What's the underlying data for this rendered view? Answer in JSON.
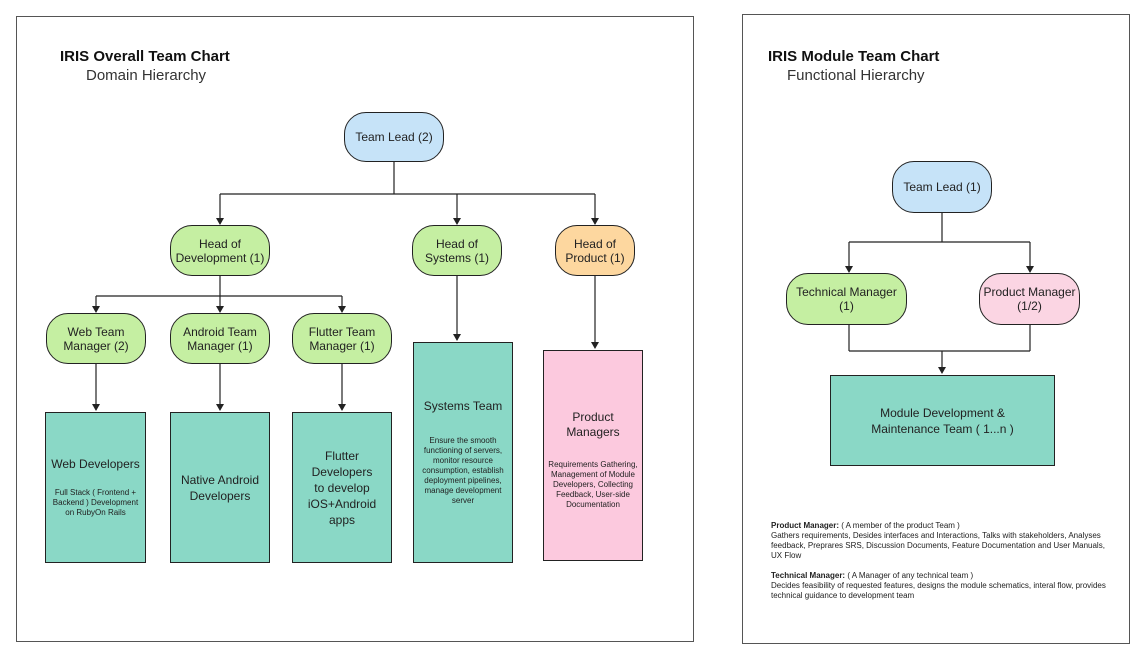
{
  "left": {
    "title": "IRIS Overall Team Chart",
    "subtitle": "Domain Hierarchy",
    "team_lead": "Team Lead (2)",
    "head_dev": "Head of\nDevelopment (1)",
    "head_sys": "Head of\nSystems (1)",
    "head_prod": "Head of\nProduct (1)",
    "web_mgr": "Web Team\nManager (2)",
    "android_mgr": "Android Team\nManager (1)",
    "flutter_mgr": "Flutter Team\nManager (1)",
    "web_dev": {
      "title": "Web Developers",
      "desc": "Full Stack ( Frontend +\nBackend ) Development\non RubyOn Rails"
    },
    "native_dev": {
      "title": "Native Android\nDevelopers"
    },
    "flutter_dev": {
      "title": "Flutter Developers\nto develop\niOS+Android apps"
    },
    "sys_team": {
      "title": "Systems Team",
      "desc": "Ensure the smooth\nfunctioning of servers,\nmonitor resource\nconsumption, establish\ndeployment pipelines,\nmanage development\nserver"
    },
    "prod_mgrs": {
      "title": "Product Managers",
      "desc": "Requirements Gathering,\nManagement of Module\nDevelopers, Collecting\nFeedback, User-side\nDocumentation"
    }
  },
  "right": {
    "title": "IRIS Module Team Chart",
    "subtitle": "Functional Hierarchy",
    "team_lead": "Team Lead (1)",
    "tech_mgr": "Technical Manager\n(1)",
    "prod_mgr": "Product Manager\n(1/2)",
    "module_team": "Module Development &\nMaintenance Team ( 1...n )",
    "notes": {
      "pm_label": "Product Manager:",
      "pm_role": " ( A member of the product Team )",
      "pm_desc": "Gathers requirements, Desides interfaces and Interactions, Talks with stakeholders, Analyses feedback, Preprares SRS, Discussion Documents, Feature Documentation and User Manuals, UX  Flow",
      "tm_label": "Technical Manager:",
      "tm_role": " ( A Manager of any technical team )",
      "tm_desc": "Decides feasibility of requested features, designs the module schematics, interal flow, provides technical guidance to development team"
    }
  }
}
